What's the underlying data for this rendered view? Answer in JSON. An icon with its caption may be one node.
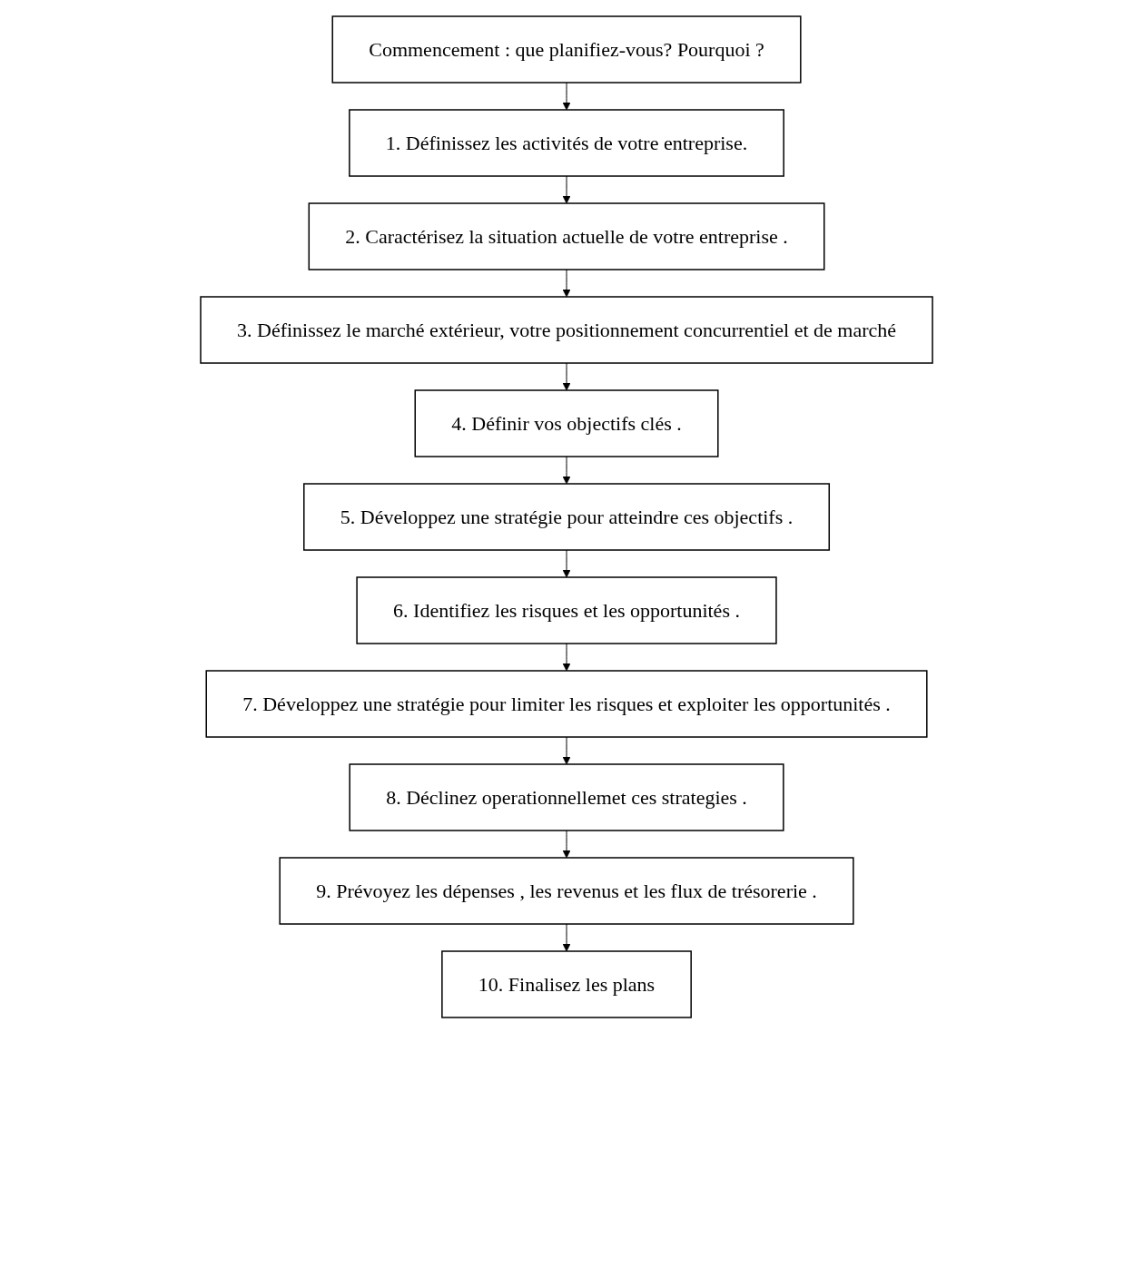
{
  "diagram": {
    "nodes": [
      {
        "text": [
          "Commencement : que planifiez-vous? Pourquoi ?"
        ]
      },
      {
        "text": [
          "1. Définissez les activités de votre entreprise."
        ]
      },
      {
        "text": [
          "2. Caractérisez la situation actuelle de votre entreprise ."
        ]
      },
      {
        "text": [
          "3. Définissez le marché extérieur, votre positionnement concurrentiel et de marché"
        ]
      },
      {
        "text": [
          "4. Définir vos objectifs clés ."
        ]
      },
      {
        "text": [
          "5. Développez une stratégie pour atteindre ces objectifs ."
        ]
      },
      {
        "text": [
          "6. Identifiez les risques et les opportunités ."
        ]
      },
      {
        "text": [
          "7. Développez une stratégie pour limiter les risques et exploiter les opportunités ."
        ]
      },
      {
        "text": [
          "8. Déclinez operationnellemet ces strategies ."
        ]
      },
      {
        "text": [
          "9. Prévoyez les dépenses , les revenus et les flux de trésorerie ."
        ]
      },
      {
        "text": [
          "10. Finalisez les plans"
        ]
      }
    ],
    "edges": [
      {
        "from": 0,
        "to": 1,
        "arrow": "to"
      },
      {
        "from": 1,
        "to": 2,
        "arrow": "to"
      },
      {
        "from": 2,
        "to": 3,
        "arrow": "to"
      },
      {
        "from": 3,
        "to": 4,
        "arrow": "to"
      },
      {
        "from": 4,
        "to": 5,
        "arrow": "to"
      },
      {
        "from": 5,
        "to": 6,
        "arrow": "to"
      },
      {
        "from": 6,
        "to": 7,
        "arrow": "to"
      },
      {
        "from": 7,
        "to": 8,
        "arrow": "to"
      },
      {
        "from": 8,
        "to": 9,
        "arrow": "to"
      },
      {
        "from": 9,
        "to": 10,
        "arrow": "to"
      }
    ]
  }
}
